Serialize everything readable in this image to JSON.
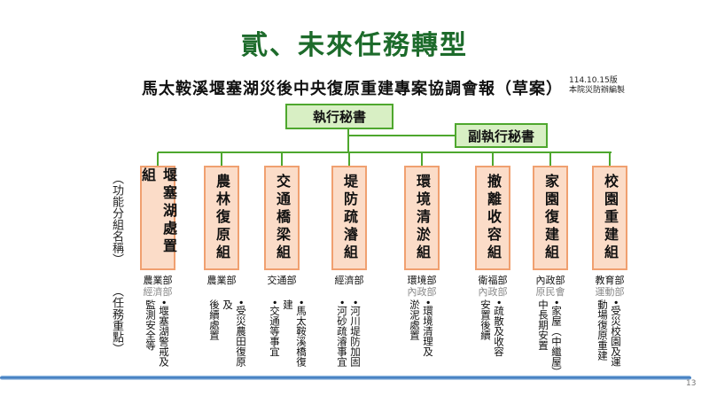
{
  "title": "貳、未來任務轉型",
  "subtitle": "馬太鞍溪堰塞湖災後中央復原重建專案協調會報（草案）",
  "version": "114.10.15版",
  "author": "本院災防辦編製",
  "exec_secretary": "執行秘書",
  "deputy_secretary": "副執行秘書",
  "side_labels": {
    "groups": "（功能分組名稱）",
    "tasks": "（任務重點）"
  },
  "groups": [
    {
      "name": "堰塞湖處置組",
      "primary": "農業部",
      "secondary": "經濟部",
      "task": [
        "•堰塞湖警戒及",
        "監測安全等"
      ]
    },
    {
      "name": "農林復原組",
      "primary": "農業部",
      "secondary": "",
      "task": [
        "•受災農田復原及",
        "後續處置"
      ]
    },
    {
      "name": "交通橋梁組",
      "primary": "交通部",
      "secondary": "",
      "task": [
        "•馬太鞍溪橋復建",
        "•交通等事宜"
      ]
    },
    {
      "name": "堤防疏濬組",
      "primary": "經濟部",
      "secondary": "",
      "task": [
        "•河川堤防加固",
        "•河砂疏濬事宜"
      ]
    },
    {
      "name": "環境清淤組",
      "primary": "環境部",
      "secondary": "內政部",
      "task": [
        "•環境清理及",
        "淤泥處置"
      ]
    },
    {
      "name": "撤離收容組",
      "primary": "衛福部",
      "secondary": "內政部",
      "task": [
        "•疏散及收容",
        "安置後續"
      ]
    },
    {
      "name": "家園復建組",
      "primary": "內政部",
      "secondary": "原民會",
      "task": [
        "•家屋（中繼屋）",
        "中長期安置"
      ]
    },
    {
      "name": "校園重建組",
      "primary": "教育部",
      "secondary": "運動部",
      "task": [
        "•受災校園及運",
        "動場復原重建"
      ]
    }
  ],
  "page_number": "13"
}
